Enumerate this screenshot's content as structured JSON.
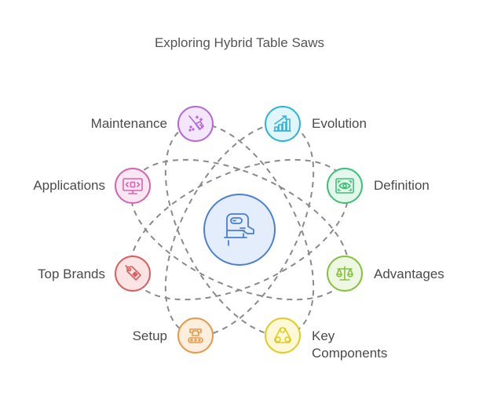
{
  "title": "Exploring Hybrid Table Saws",
  "center": {
    "icon": "jigsaw-icon",
    "fill": "#e3edfc",
    "stroke": "#4a7fd4"
  },
  "nodes": [
    {
      "id": "maintenance",
      "label": "Maintenance",
      "icon": "broom-sparkle-icon",
      "fill": "#f4e6fb",
      "stroke": "#b569d8",
      "side": "left"
    },
    {
      "id": "evolution",
      "label": "Evolution",
      "icon": "growth-chart-icon",
      "fill": "#e0f6fb",
      "stroke": "#2fb3d6",
      "side": "right"
    },
    {
      "id": "applications",
      "label": "Applications",
      "icon": "monitor-code-icon",
      "fill": "#fbe6f3",
      "stroke": "#d566ad",
      "side": "left"
    },
    {
      "id": "definition",
      "label": "Definition",
      "icon": "eye-frame-icon",
      "fill": "#e4f7ec",
      "stroke": "#3fbf78",
      "side": "right"
    },
    {
      "id": "top_brands",
      "label": "Top Brands",
      "icon": "price-tag-icon",
      "fill": "#fce4e4",
      "stroke": "#d9605e",
      "side": "left"
    },
    {
      "id": "advantages",
      "label": "Advantages",
      "icon": "balance-scale-icon",
      "fill": "#eef7e2",
      "stroke": "#86c23f",
      "side": "right"
    },
    {
      "id": "setup",
      "label": "Setup",
      "icon": "robot-conveyor-icon",
      "fill": "#fdeedd",
      "stroke": "#e59a4b",
      "side": "left"
    },
    {
      "id": "key_components",
      "label": "Key\nComponents",
      "label_lines": [
        "Key",
        "Components"
      ],
      "icon": "gear-belt-icon",
      "fill": "#fcf8d8",
      "stroke": "#e1cc23",
      "side": "right"
    }
  ],
  "connector_color": "#8a8a8a"
}
